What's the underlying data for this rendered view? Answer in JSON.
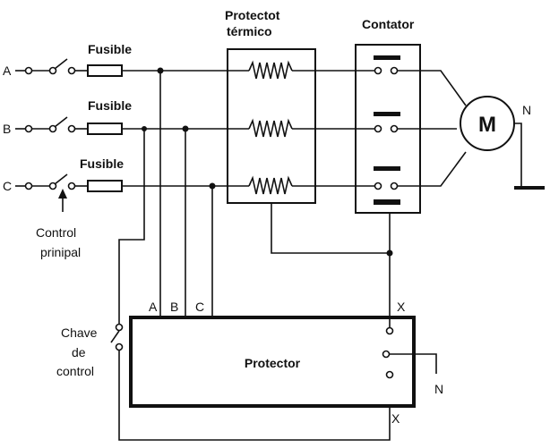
{
  "labels": {
    "phase_a": "A",
    "phase_b": "B",
    "phase_c": "C",
    "fuse_a": "Fusible",
    "fuse_b": "Fusible",
    "fuse_c": "Fusible",
    "thermal_line1": "Protectot",
    "thermal_line2": "térmico",
    "contactor": "Contator",
    "motor": "M",
    "neutral_motor": "N",
    "control_line1": "Control",
    "control_line2": "prinipal",
    "switch_line1": "Chave",
    "switch_line2": "de",
    "switch_line3": "control",
    "protector": "Protector",
    "protector_in_a": "A",
    "protector_in_b": "B",
    "protector_in_c": "C",
    "protector_x_top": "X",
    "protector_x_bottom": "X",
    "neutral_protector": "N"
  }
}
